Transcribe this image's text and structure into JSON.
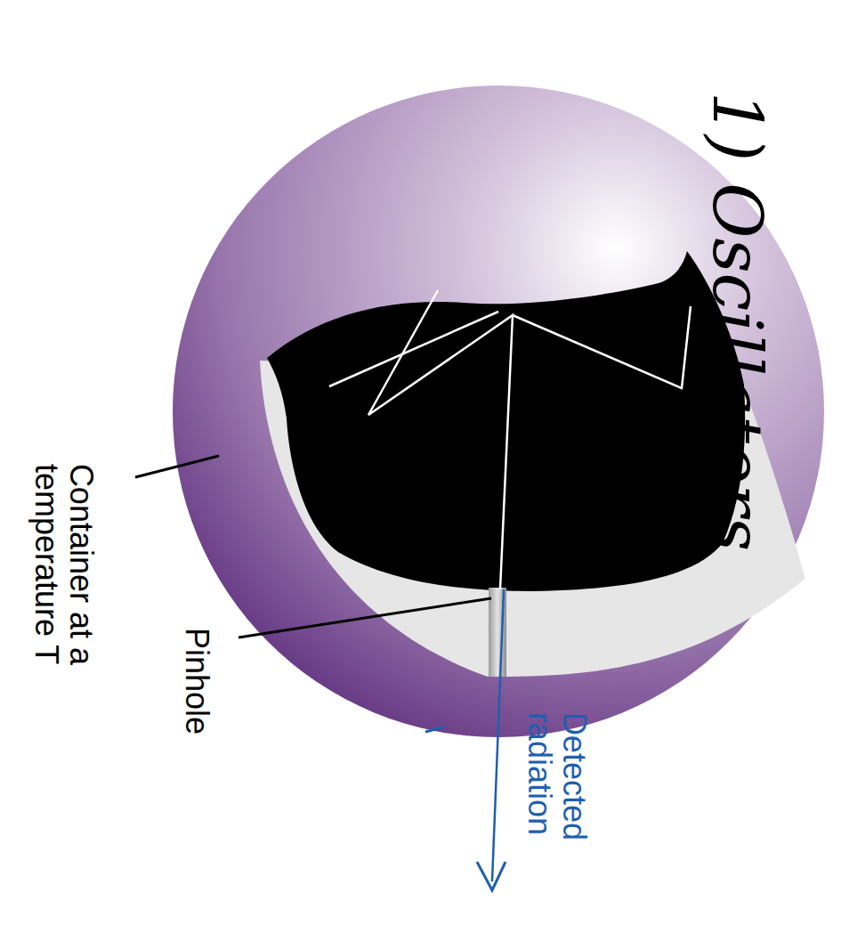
{
  "diagram": {
    "labels": [
      "1) Oscillators",
      "Detected radiation",
      "Pinhole",
      "Container at a temperature T"
    ]
  }
}
